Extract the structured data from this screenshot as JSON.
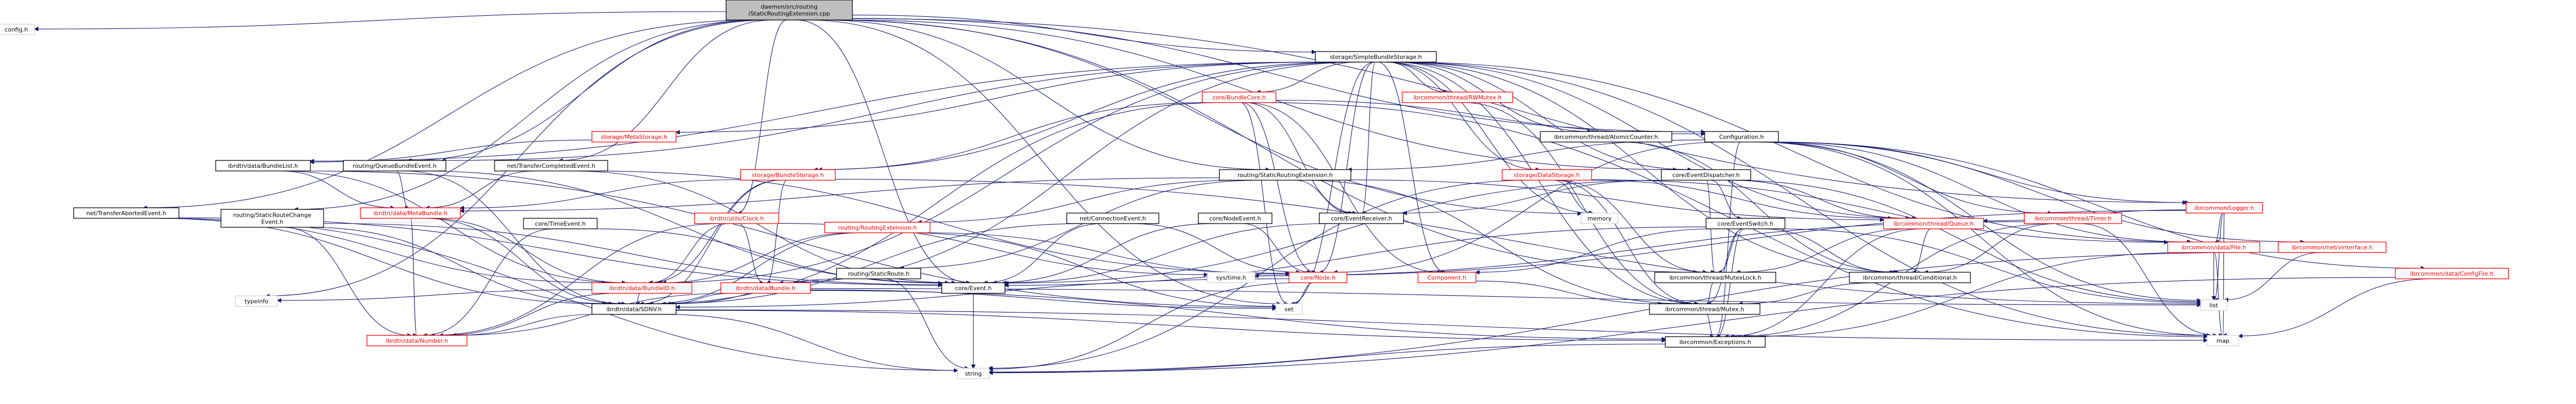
{
  "graph": {
    "colors": {
      "edge": "#191970",
      "root_fill": "#bfbfbf",
      "node_fill": "#ffffff",
      "linked_border": "#000000",
      "linked_text": "#000000",
      "stub_border": "#ff0000",
      "stub_text": "#ff0000",
      "external_border": "#d3d3d3",
      "external_text": "#000000"
    },
    "nodes": [
      {
        "id": "root",
        "lines": [
          "daemon/src/routing",
          "/StaticRoutingExtension.cpp"
        ],
        "kind": "root"
      },
      {
        "id": "config_h",
        "lines": [
          "config.h"
        ],
        "kind": "external"
      },
      {
        "id": "simple_bundle_storage_h",
        "lines": [
          "storage/SimpleBundleStorage.h"
        ],
        "kind": "linked"
      },
      {
        "id": "bundle_core_h",
        "lines": [
          "core/BundleCore.h"
        ],
        "kind": "stub"
      },
      {
        "id": "rwmutex_h",
        "lines": [
          "ibrcommon/thread/RWMutex.h"
        ],
        "kind": "stub"
      },
      {
        "id": "metastorage_h",
        "lines": [
          "storage/MetaStorage.h"
        ],
        "kind": "stub"
      },
      {
        "id": "atomic_counter_h",
        "lines": [
          "ibrcommon/thread/AtomicCounter.h"
        ],
        "kind": "linked"
      },
      {
        "id": "configuration_h",
        "lines": [
          "Configuration.h"
        ],
        "kind": "linked"
      },
      {
        "id": "bundlelist_h",
        "lines": [
          "ibrdtn/data/BundleList.h"
        ],
        "kind": "linked"
      },
      {
        "id": "queue_bundle_event_h",
        "lines": [
          "routing/QueueBundleEvent.h"
        ],
        "kind": "linked"
      },
      {
        "id": "transfer_completed_event_h",
        "lines": [
          "net/TransferCompletedEvent.h"
        ],
        "kind": "linked"
      },
      {
        "id": "bundle_storage_h",
        "lines": [
          "storage/BundleStorage.h"
        ],
        "kind": "stub"
      },
      {
        "id": "static_routing_extension_h",
        "lines": [
          "routing/StaticRoutingExtension.h"
        ],
        "kind": "linked"
      },
      {
        "id": "data_storage_h",
        "lines": [
          "storage/DataStorage.h"
        ],
        "kind": "stub"
      },
      {
        "id": "event_dispatcher_h",
        "lines": [
          "core/EventDispatcher.h"
        ],
        "kind": "linked"
      },
      {
        "id": "logger_h",
        "lines": [
          "ibrcommon/Logger.h"
        ],
        "kind": "stub"
      },
      {
        "id": "transfer_aborted_event_h",
        "lines": [
          "net/TransferAbortedEvent.h"
        ],
        "kind": "linked"
      },
      {
        "id": "static_route_change_event_h",
        "lines": [
          "routing/StaticRouteChange",
          "Event.h"
        ],
        "kind": "linked"
      },
      {
        "id": "metabundle_h",
        "lines": [
          "ibrdtn/data/MetaBundle.h"
        ],
        "kind": "stub"
      },
      {
        "id": "time_event_h",
        "lines": [
          "core/TimeEvent.h"
        ],
        "kind": "linked"
      },
      {
        "id": "clock_h",
        "lines": [
          "ibrdtn/utils/Clock.h"
        ],
        "kind": "stub"
      },
      {
        "id": "routing_extension_h",
        "lines": [
          "routing/RoutingExtension.h"
        ],
        "kind": "stub"
      },
      {
        "id": "connection_event_h",
        "lines": [
          "net/ConnectionEvent.h"
        ],
        "kind": "linked"
      },
      {
        "id": "node_event_h",
        "lines": [
          "core/NodeEvent.h"
        ],
        "kind": "linked"
      },
      {
        "id": "event_receiver_h",
        "lines": [
          "core/EventReceiver.h"
        ],
        "kind": "linked"
      },
      {
        "id": "memory",
        "lines": [
          "memory"
        ],
        "kind": "external"
      },
      {
        "id": "event_switch_h",
        "lines": [
          "core/EventSwitch.h"
        ],
        "kind": "linked"
      },
      {
        "id": "queue_h",
        "lines": [
          "ibrcommon/thread/Queue.h"
        ],
        "kind": "stub"
      },
      {
        "id": "timer_h",
        "lines": [
          "ibrcommon/thread/Timer.h"
        ],
        "kind": "stub"
      },
      {
        "id": "file_h",
        "lines": [
          "ibrcommon/data/File.h"
        ],
        "kind": "stub"
      },
      {
        "id": "vinterface_h",
        "lines": [
          "ibrcommon/net/vinterface.h"
        ],
        "kind": "stub"
      },
      {
        "id": "configfile_h",
        "lines": [
          "ibrcommon/data/ConfigFile.h"
        ],
        "kind": "stub"
      },
      {
        "id": "static_route_h",
        "lines": [
          "routing/StaticRoute.h"
        ],
        "kind": "linked"
      },
      {
        "id": "event_h",
        "lines": [
          "core/Event.h"
        ],
        "kind": "linked"
      },
      {
        "id": "sys_time_h",
        "lines": [
          "sys/time.h"
        ],
        "kind": "external"
      },
      {
        "id": "node_h",
        "lines": [
          "core/Node.h"
        ],
        "kind": "stub"
      },
      {
        "id": "component_h",
        "lines": [
          "Component.h"
        ],
        "kind": "stub"
      },
      {
        "id": "mutexlock_h",
        "lines": [
          "ibrcommon/thread/MutexLock.h"
        ],
        "kind": "linked"
      },
      {
        "id": "conditional_h",
        "lines": [
          "ibrcommon/thread/Conditional.h"
        ],
        "kind": "linked"
      },
      {
        "id": "bundleid_h",
        "lines": [
          "ibrdtn/data/BundleID.h"
        ],
        "kind": "stub"
      },
      {
        "id": "bundle_h",
        "lines": [
          "ibrdtn/data/Bundle.h"
        ],
        "kind": "stub"
      },
      {
        "id": "typeinfo",
        "lines": [
          "typeinfo"
        ],
        "kind": "external"
      },
      {
        "id": "sdnv_h",
        "lines": [
          "ibrdtn/data/SDNV.h"
        ],
        "kind": "linked"
      },
      {
        "id": "set",
        "lines": [
          "set"
        ],
        "kind": "external"
      },
      {
        "id": "mutex_h",
        "lines": [
          "ibrcommon/thread/Mutex.h"
        ],
        "kind": "linked"
      },
      {
        "id": "list",
        "lines": [
          "list"
        ],
        "kind": "external"
      },
      {
        "id": "number_h",
        "lines": [
          "ibrdtn/data/Number.h"
        ],
        "kind": "stub"
      },
      {
        "id": "exceptions_h",
        "lines": [
          "ibrcommon/Exceptions.h"
        ],
        "kind": "linked"
      },
      {
        "id": "map",
        "lines": [
          "map"
        ],
        "kind": "external"
      },
      {
        "id": "string",
        "lines": [
          "string"
        ],
        "kind": "external"
      }
    ]
  }
}
